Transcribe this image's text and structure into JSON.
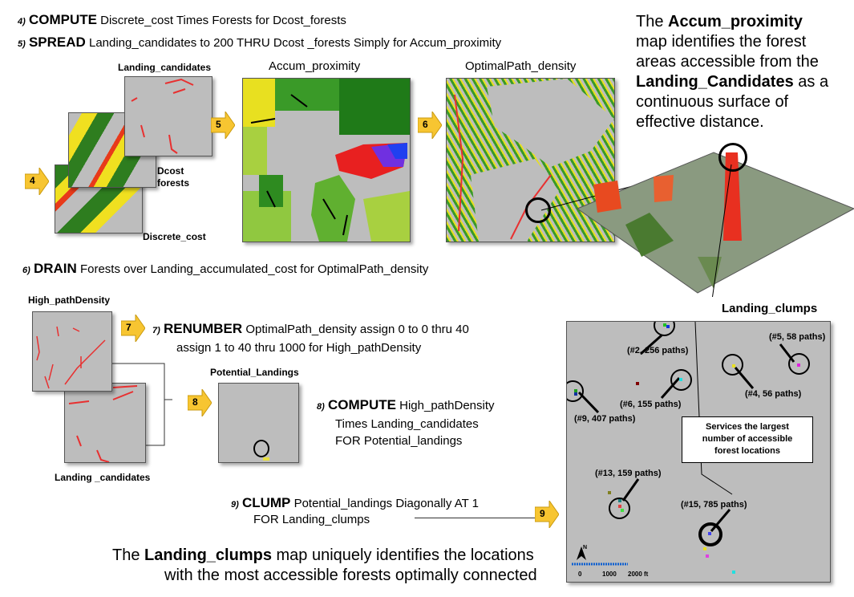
{
  "steps": {
    "s4": {
      "num": "4)",
      "kw": "COMPUTE",
      "text": "Discrete_cost  Times Forests for Dcost_forests"
    },
    "s5": {
      "num": "5)",
      "kw": "SPREAD",
      "text": "Landing_candidates  to 200 THRU Dcost _forests  Simply for Accum_proximity"
    },
    "s6": {
      "num": "6)",
      "kw": "DRAIN",
      "text": "Forests over Landing_accumulated_cost   for OptimalPath_density"
    },
    "s7": {
      "num": "7)",
      "kw": "RENUMBER",
      "text": "OptimalPath_density  assign 0 to 0 thru 40",
      "line2": "assign 1 to 40 thru 1000  for High_pathDensity"
    },
    "s8": {
      "num": "8)",
      "kw": "COMPUTE",
      "text": "High_pathDensity",
      "line2": "Times Landing_candidates",
      "line3": "FOR Potential_landings"
    },
    "s9": {
      "num": "9)",
      "kw": "CLUMP",
      "text": "Potential_landings  Diagonally AT 1",
      "line2": "FOR Landing_clumps"
    }
  },
  "arrows": [
    "4",
    "5",
    "6",
    "7",
    "8",
    "9"
  ],
  "map_labels": {
    "landing_candidates_top": "Landing_candidates",
    "dcost_forests": "Dcost",
    "dcost_forests2": "forests",
    "discrete_cost": "Discrete_cost",
    "accum_proximity": "Accum_proximity",
    "optimal_path": "OptimalPath_density",
    "high_path": "High_pathDensity",
    "landing_candidates_bottom": "Landing _candidates",
    "potential_landings": "Potential_Landings",
    "landing_clumps": "Landing_clumps"
  },
  "right_text": {
    "p1": "The ",
    "b1": "Accum_proximity",
    "p2": "map identifies the forest areas accessible from the",
    "b2": "Landing_Candidates",
    "p3": "as a continuous surface of effective distance."
  },
  "bottom_text": {
    "p1": "The ",
    "b1": "Landing_clumps",
    "p2": " map uniquely identifies the locations",
    "line2": "with the most accessible forests optimally connected"
  },
  "clumps": [
    {
      "label": "(#2, 256 paths)"
    },
    {
      "label": "(#5, 58 paths)"
    },
    {
      "label": "(#4, 56 paths)"
    },
    {
      "label": "(#6, 155 paths)"
    },
    {
      "label": "(#9, 407 paths)"
    },
    {
      "label": "(#13, 159 paths)"
    },
    {
      "label": "(#15, 785 paths)"
    }
  ],
  "callout": "Services the largest number of  accessible forest locations",
  "scale": {
    "n": "N",
    "t0": "0",
    "t1": "1000",
    "t2": "2000 ft"
  },
  "colors": {
    "arrow": "#f7c531",
    "map_bg": "#bdbdbd",
    "path": "#e83030"
  }
}
